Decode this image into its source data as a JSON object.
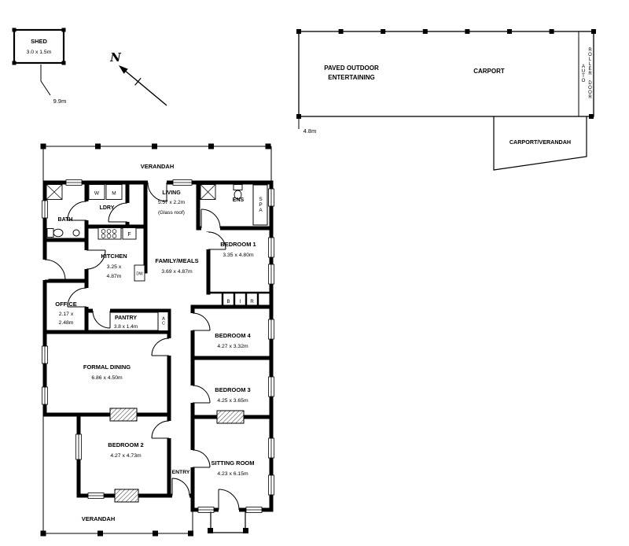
{
  "colors": {
    "wall": "#000000",
    "background": "#ffffff"
  },
  "site": {
    "shed_name": "SHED",
    "shed_dims": "3.0 x 1.5m",
    "shed_distance": "9.9m",
    "north": "N",
    "carport_depth": "4.8m"
  },
  "outdoor": {
    "paved_line1": "PAVED OUTDOOR",
    "paved_line2": "ENTERTAINING",
    "carport": "CARPORT",
    "auto": "AUTO",
    "roller_door": "ROLLER DOOR",
    "carport_verandah": "CARPORT/VERANDAH"
  },
  "rooms": {
    "verandah_top": "VERANDAH",
    "verandah_bottom": "VERANDAH",
    "bath": "BATH",
    "ldry": "LDRY",
    "living_name": "LIVING",
    "living_dims": "5.57 x 2.2m",
    "living_note": "(Glass roof)",
    "ens": "ENS",
    "spa": "SPA",
    "kitchen_name": "KITCHEN",
    "kitchen_dims1": "3.25 x",
    "kitchen_dims2": "4.87m",
    "family_name": "FAMILY/MEALS",
    "family_dims": "3.69 x 4.87m",
    "bed1_name": "BEDROOM 1",
    "bed1_dims": "3.35 x 4.80m",
    "office_name": "OFFICE",
    "office_dims1": "2.17 x",
    "office_dims2": "2.48m",
    "pantry_name": "PANTRY",
    "pantry_dims": "3.8 x 1.4m",
    "bed4_name": "BEDROOM 4",
    "bed4_dims": "4.27 x 3.32m",
    "dining_name": "FORMAL DINING",
    "dining_dims": "6.86 x 4.50m",
    "bed3_name": "BEDROOM 3",
    "bed3_dims": "4.25 x 3.65m",
    "bed2_name": "BEDROOM 2",
    "bed2_dims": "4.27 x 4.73m",
    "entry": "ENTRY",
    "sitting_name": "SITTING ROOM",
    "sitting_dims": "4.23 x 6.15m"
  },
  "fixtures": {
    "w": "W",
    "m": "M",
    "f": "F",
    "dw": "DW",
    "ac": "AC",
    "bir_b": "B",
    "bir_i": "I",
    "bir_r": "R"
  }
}
